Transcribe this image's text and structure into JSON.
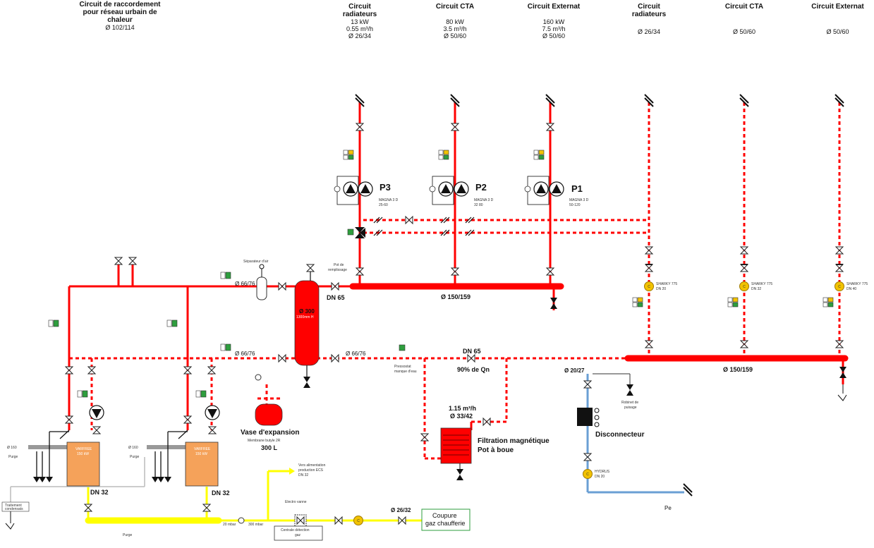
{
  "headers": {
    "raccordement": {
      "l1": "Circuit de raccordement",
      "l2": "pour réseau urbain de",
      "l3": "chaleur",
      "l4": "Ø 102/114"
    },
    "rad1": {
      "l1": "Circuit",
      "l2": "radiateurs",
      "l3": "13 kW",
      "l4": "0.55 m³/h",
      "l5": "Ø 26/34"
    },
    "cta1": {
      "l1": "Circuit CTA",
      "l3": "80 kW",
      "l4": "3.5 m³/h",
      "l5": "Ø 50/60"
    },
    "ext1": {
      "l1": "Circuit Externat",
      "l3": "160 kW",
      "l4": "7.5 m³/h",
      "l5": "Ø 50/60"
    },
    "rad2": {
      "l1": "Circuit",
      "l2": "radiateurs",
      "l5": "Ø 26/34"
    },
    "cta2": {
      "l1": "Circuit CTA",
      "l5": "Ø 50/60"
    },
    "ext2": {
      "l1": "Circuit Externat",
      "l5": "Ø 50/60"
    }
  },
  "pumps": [
    {
      "name": "P3",
      "model": "MAGNA 3 D",
      "size": "25-60"
    },
    {
      "name": "P2",
      "model": "MAGNA 3 D",
      "size": "32 80"
    },
    {
      "name": "P1",
      "model": "MAGNA 3 D",
      "size": "50-120"
    }
  ],
  "meters": [
    {
      "model": "SHARKY 775",
      "dn": "DN 20"
    },
    {
      "model": "SHARKY 775",
      "dn": "DN 32"
    },
    {
      "model": "SHARKY 775",
      "dn": "DN 40"
    }
  ],
  "labels": {
    "separateur": "Séparateur d'air",
    "pot": "Pot de",
    "pot2": "remplissage",
    "d6676a": "Ø 66/76",
    "d6676b": "Ø 66/76",
    "d6676c": "Ø 66/76",
    "dn65a": "DN 65",
    "dn65b": "DN 65",
    "d150a": "Ø 150/159",
    "d150b": "Ø 150/159",
    "ballon": "Ø 300",
    "ballon2": "1300mm H",
    "vase": "Vase d'expansion",
    "membrane": "Membrane butyle 2R",
    "vol": "300 L",
    "pressostat": "Pressostat",
    "pressostat2": "manque d'eau",
    "qn": "90% de Qn",
    "debit": "1.15 m³/h",
    "d3342": "Ø 33/42",
    "filtration": "Filtration magnétique",
    "pot_boue": "Pot à boue",
    "d2027": "Ø 20/27",
    "robinet": "Robinet de",
    "robinet2": "puisage",
    "disconnecteur": "Disconnecteur",
    "hydrus": "HYDRUS",
    "hydrus_dn": "DN 20",
    "pe": "Pe",
    "ecs1": "Vers alimentation",
    "ecs2": "production ECS",
    "ecs3": "DN 32",
    "electrovanne": "Electro vanne",
    "centrale": "Centrale détection",
    "centrale2": "gaz",
    "d2632": "Ø 26/32",
    "coupure": "Coupure",
    "coupure2": "gaz chaufferie",
    "mbar20": "20 mbar",
    "mbar300": "300 mbar",
    "purge_bas": "Purge",
    "d160a": "Ø 160",
    "d160b": "Ø 160",
    "purge_a": "Purge",
    "purge_b": "Purge",
    "traitement": "Traitement",
    "traitement2": "condensats",
    "dn32a": "DN 32",
    "dn32b": "DN 32",
    "varfree": "VARFREE",
    "kw": "150 kW"
  },
  "colors": {
    "hot": "#ff0000",
    "gas": "#ffff00",
    "water": "#6a9fd4",
    "boiler": "#f5a25a",
    "green": "#2e9e3e",
    "yellow": "#f2c200"
  }
}
